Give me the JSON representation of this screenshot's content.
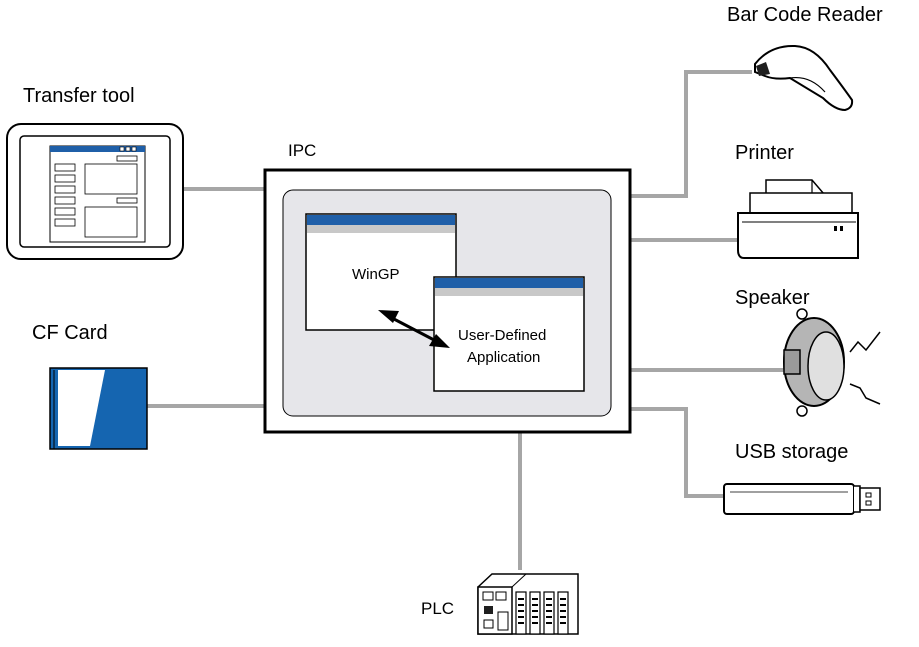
{
  "labels": {
    "transfer_tool": "Transfer tool",
    "ipc": "IPC",
    "wingp": "WinGP",
    "user_app_line1": "User-Defined",
    "user_app_line2": "Application",
    "cf_card": "CF Card",
    "bar_code_reader": "Bar Code Reader",
    "printer": "Printer",
    "speaker": "Speaker",
    "usb_storage": "USB storage",
    "plc": "PLC"
  },
  "colors": {
    "connector_line": "#a6a6a6",
    "window_titlebar": "#1f5fa8",
    "window_stripe": "#c8c8c8",
    "ipc_inner_panel": "#e6e6ea",
    "cf_card_blue": "#1565b0"
  },
  "icons": {
    "transfer_tool": "tablet-screen-icon",
    "cf_card": "memory-card-icon",
    "bar_code_reader": "barcode-scanner-icon",
    "printer": "printer-icon",
    "speaker": "speaker-icon",
    "usb_storage": "usb-stick-icon",
    "plc": "plc-rack-icon"
  }
}
